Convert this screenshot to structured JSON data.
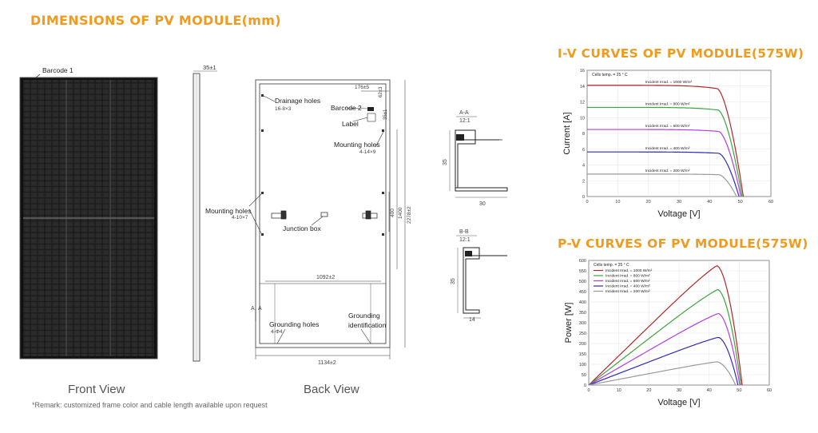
{
  "titles": {
    "dimensions": "DIMENSIONS OF PV MODULE(mm)",
    "iv": "I-V CURVES OF PV MODULE(575W)",
    "pv": "P-V CURVES OF PV MODULE(575W)"
  },
  "colors": {
    "accent": "#f29a1e"
  },
  "front": {
    "barcode": "Barcode 1",
    "label": "Front View"
  },
  "side": {
    "thickness": "35±1"
  },
  "back": {
    "label": "Back View",
    "drainage": "Drainage holes",
    "drainage_spec": "16-8×3",
    "dim_176": "176±5",
    "dim_r1": "62±3",
    "dim_r2": "35±1",
    "barcode2": "Barcode 2",
    "label_text": "Label",
    "mounting_right": "Mounting holes",
    "mounting_right_spec": "4-14×9",
    "mounting_left": "Mounting holes",
    "mounting_left_spec": "4-10×7",
    "junction": "Junction box",
    "dim_400": "400",
    "dim_1400": "1400",
    "dim_2278": "2278±2",
    "dim_1092": "1092±2",
    "dim_1134": "1134±2",
    "section_a": "A",
    "grounding_holes": "Grounding holes",
    "grounding_holes_spec": "4-Φ4",
    "grounding_id": "Grounding",
    "grounding_id2": "identification"
  },
  "section_aa": {
    "title": "A-A",
    "scale": "12:1",
    "height": "35",
    "width": "30"
  },
  "section_bb": {
    "title": "B-B",
    "scale": "12:1",
    "height": "35",
    "width": "14"
  },
  "remark": "*Remark: customized frame color and cable length available upon request",
  "chart_data": [
    {
      "type": "line",
      "title": "I-V CURVES OF PV MODULE(575W)",
      "xlabel": "Voltage [V]",
      "ylabel": "Current [A]",
      "xlim": [
        0,
        60
      ],
      "ylim": [
        0,
        16
      ],
      "xticks": [
        0,
        10,
        20,
        30,
        40,
        50,
        60
      ],
      "yticks": [
        0,
        2,
        4,
        6,
        8,
        10,
        12,
        14,
        16
      ],
      "annotation": "Cells temp. = 25 ° C",
      "legend": "inline",
      "series": [
        {
          "name": "Incident Irrad. = 1000 W/m²",
          "color": "#b3262b",
          "isc": 14.1,
          "voc": 51.0,
          "vmp": 42.5
        },
        {
          "name": "Incident Irrad. = 800 W/m²",
          "color": "#3aa63a",
          "isc": 11.3,
          "voc": 50.6,
          "vmp": 42.8
        },
        {
          "name": "Incident Irrad. = 600 W/m²",
          "color": "#b03fe6",
          "isc": 8.5,
          "voc": 50.2,
          "vmp": 43.0
        },
        {
          "name": "Incident Irrad. = 400 W/m²",
          "color": "#2b2bbf",
          "isc": 5.65,
          "voc": 49.6,
          "vmp": 43.0
        },
        {
          "name": "Incident Irrad. = 200 W/m²",
          "color": "#9a9a9a",
          "isc": 2.85,
          "voc": 48.8,
          "vmp": 43.0
        }
      ]
    },
    {
      "type": "line",
      "title": "P-V CURVES OF PV MODULE(575W)",
      "xlabel": "Voltage [V]",
      "ylabel": "Power [W]",
      "xlim": [
        0,
        60
      ],
      "ylim": [
        0,
        600
      ],
      "xticks": [
        0,
        10,
        20,
        30,
        40,
        50,
        60
      ],
      "yticks": [
        0,
        50,
        100,
        150,
        200,
        250,
        300,
        350,
        400,
        450,
        500,
        550,
        600
      ],
      "annotation": "Cells temp. = 25 ° C",
      "legend": "top-left",
      "series": [
        {
          "name": "Incident Irrad. = 1000 W/m²",
          "color": "#b3262b",
          "pmax": 575,
          "vmp": 42.5,
          "voc": 51.0
        },
        {
          "name": "Incident Irrad. = 800 W/m²",
          "color": "#3aa63a",
          "pmax": 460,
          "vmp": 42.8,
          "voc": 50.6
        },
        {
          "name": "Incident Irrad. = 600 W/m²",
          "color": "#b03fe6",
          "pmax": 345,
          "vmp": 43.0,
          "voc": 50.2
        },
        {
          "name": "Incident Irrad. = 400 W/m²",
          "color": "#2b2bbf",
          "pmax": 230,
          "vmp": 43.0,
          "voc": 49.6
        },
        {
          "name": "Incident Irrad. = 200 W/m²",
          "color": "#9a9a9a",
          "pmax": 112,
          "vmp": 42.5,
          "voc": 48.8
        }
      ]
    }
  ]
}
